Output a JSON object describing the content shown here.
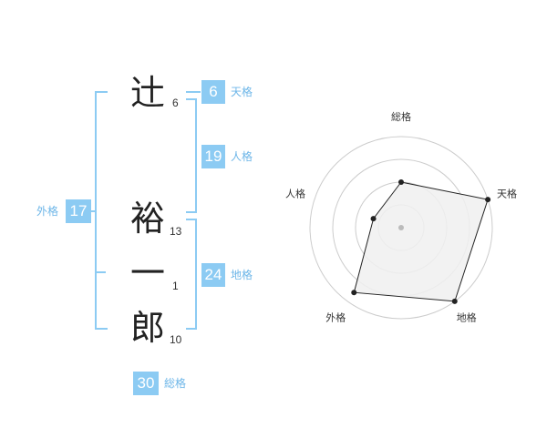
{
  "name": {
    "chars": [
      {
        "char": "辻",
        "strokes": "6"
      },
      {
        "char": "裕",
        "strokes": "13"
      },
      {
        "char": "一",
        "strokes": "1"
      },
      {
        "char": "郎",
        "strokes": "10"
      }
    ]
  },
  "kakusu": {
    "tenkaku": {
      "label": "天格",
      "value": "6"
    },
    "jinkaku": {
      "label": "人格",
      "value": "19"
    },
    "chikaku": {
      "label": "地格",
      "value": "24"
    },
    "gaikaku": {
      "label": "外格",
      "value": "17"
    },
    "soukaku": {
      "label": "総格",
      "value": "30"
    }
  },
  "chart_data": {
    "type": "radar",
    "axes": [
      "総格",
      "天格",
      "地格",
      "外格",
      "人格"
    ],
    "values": [
      0.5,
      1.0,
      1.0,
      0.88,
      0.32
    ],
    "rings": 4,
    "colors": {
      "fill": "#f0f0f0",
      "stroke": "#222222",
      "grid": "#cccccc",
      "center": "#bbbbbb"
    }
  },
  "colors": {
    "accent": "#8ccbf3",
    "accent_text": "#6db6e8"
  }
}
